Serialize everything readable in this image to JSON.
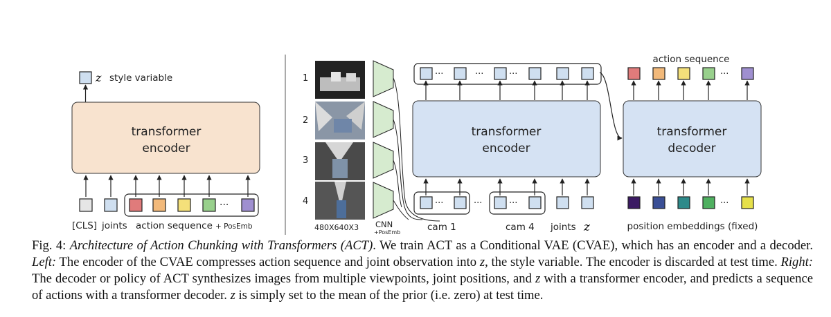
{
  "figure": {
    "left": {
      "style_var_symbol": "z",
      "style_var_label": "style variable",
      "encoder_line1": "transformer",
      "encoder_line2": "encoder",
      "cls_label": "[CLS]",
      "joints_label": "joints",
      "action_seq_label": "action sequence",
      "posemb_label": "+ PosEmb",
      "action_colors": [
        "#e07b7b",
        "#f2b97a",
        "#f4e07a",
        "#98d08c",
        "#9f8fd0"
      ]
    },
    "right": {
      "cam_numbers": [
        "1",
        "2",
        "3",
        "4"
      ],
      "image_size_label": "480X640X3",
      "cnn_label": "CNN",
      "cnn_posemb_label": "+PosEmb",
      "encoder_line1": "transformer",
      "encoder_line2": "encoder",
      "decoder_line1": "transformer",
      "decoder_line2": "decoder",
      "cam1_label": "cam 1",
      "cam4_label": "cam 4",
      "joints_label": "joints",
      "z_symbol": "z",
      "action_seq_label": "action sequence",
      "position_emb_label": "position embeddings (fixed)",
      "output_colors": [
        "#e07b7b",
        "#f2b97a",
        "#f4e07a",
        "#98d08c",
        "#9f8fd0"
      ],
      "posemb_colors": [
        "#3b1a63",
        "#3a4f96",
        "#2e8a8a",
        "#4fb060",
        "#e6e04a"
      ]
    },
    "colors": {
      "token_blue": "#cfdff0",
      "token_gray": "#e6e6e6",
      "left_encoder_fill": "#f8e3cf",
      "right_box_fill": "#d5e2f3",
      "cnn_fill": "#d6ebcf"
    }
  },
  "caption": {
    "fig_label": "Fig. 4:",
    "title": "Architecture of Action Chunking with Transformers (ACT)",
    "s1": ". We train ACT as a Conditional VAE (CVAE), which has an encoder and a decoder. ",
    "left_label": "Left:",
    "s2a": " The encoder of the CVAE compresses action sequence and joint observation into ",
    "z1": "z",
    "s2b": ", the style variable. The encoder is discarded at test time. ",
    "right_label": "Right:",
    "s3a": " The decoder or policy of ACT synthesizes images from multiple viewpoints, joint positions, and ",
    "z2": "z",
    "s3b": " with a transformer encoder, and predicts a sequence of actions with a transformer decoder. ",
    "z3": "z",
    "s3c": " is simply set to the mean of the prior (i.e. zero) at test time."
  }
}
